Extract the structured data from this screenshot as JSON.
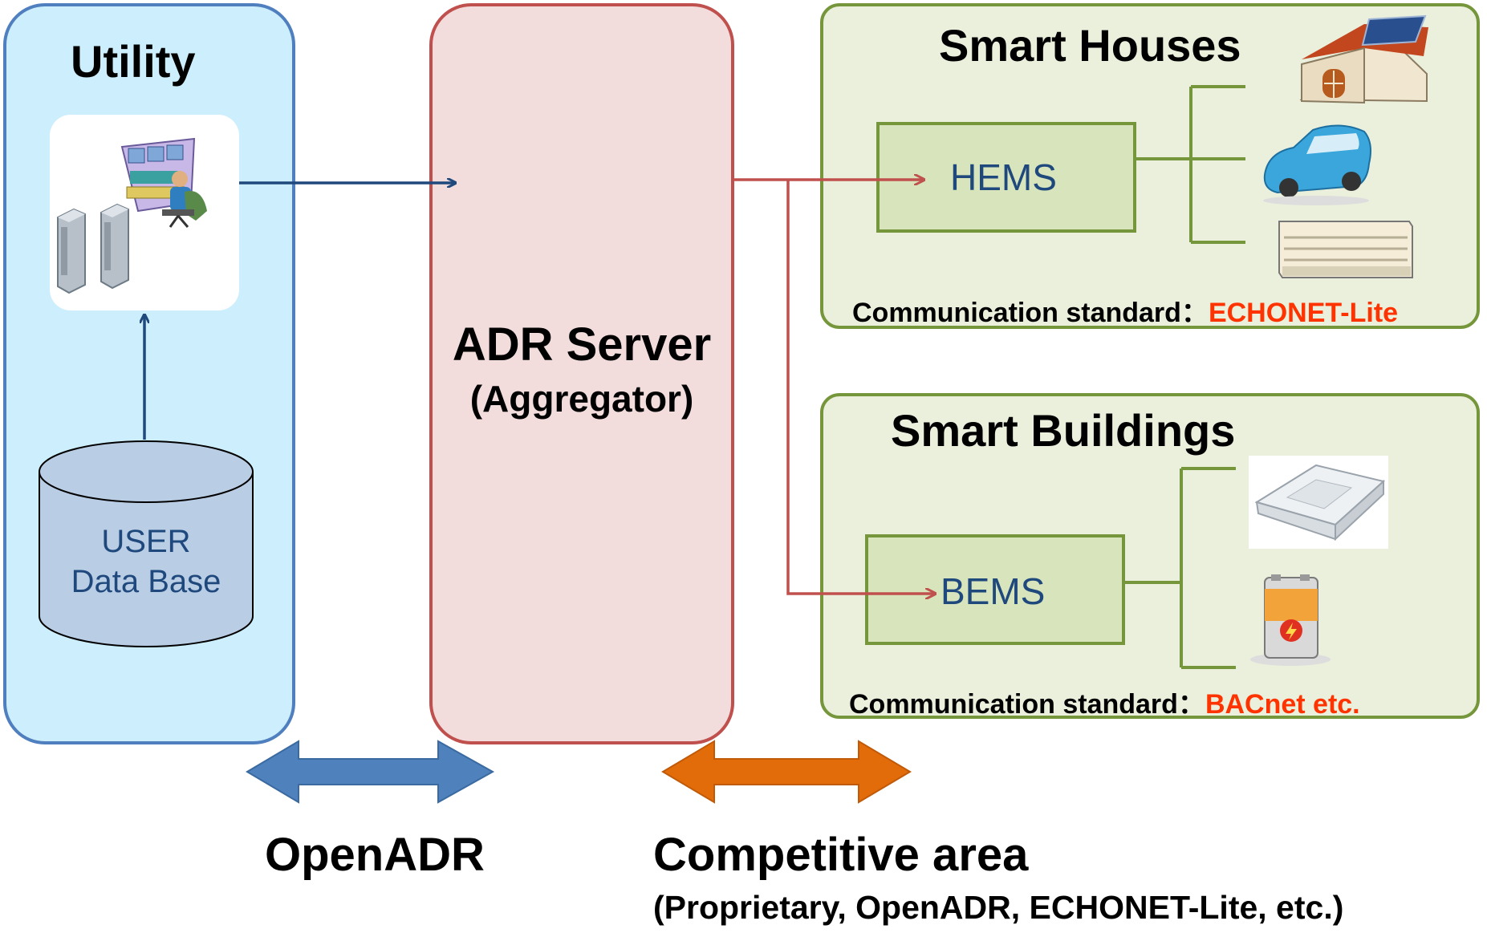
{
  "utility": {
    "title": "Utility",
    "db_line1": "USER",
    "db_line2": "Data Base"
  },
  "adr": {
    "title": "ADR Server",
    "subtitle": "(Aggregator)"
  },
  "smart_houses": {
    "title": "Smart Houses",
    "ems": "HEMS",
    "std_label": "Communication standard：",
    "std_value": "ECHONET-Lite",
    "devices": [
      "house-icon",
      "car-icon",
      "air-conditioner-icon"
    ]
  },
  "smart_buildings": {
    "title": "Smart Buildings",
    "ems": "BEMS",
    "std_label": "Communication standard：",
    "std_value": "BACnet etc.",
    "devices": [
      "ceiling-cassette-ac-icon",
      "battery-icon"
    ]
  },
  "bottom": {
    "openadr": "OpenADR",
    "competitive": "Competitive area",
    "competitive_sub": "(Proprietary, OpenADR, ECHONET-Lite, etc.)"
  },
  "colors": {
    "utility_fill": "#cdeefc",
    "utility_border": "#4f7fbf",
    "adr_fill": "#f2dcdc",
    "adr_border": "#c0504d",
    "smart_fill": "#eaf0dc",
    "smart_border": "#76963c",
    "openadr_arrow": "#4f81bd",
    "competitive_arrow": "#e36c0a",
    "highlight": "#ff3300"
  }
}
